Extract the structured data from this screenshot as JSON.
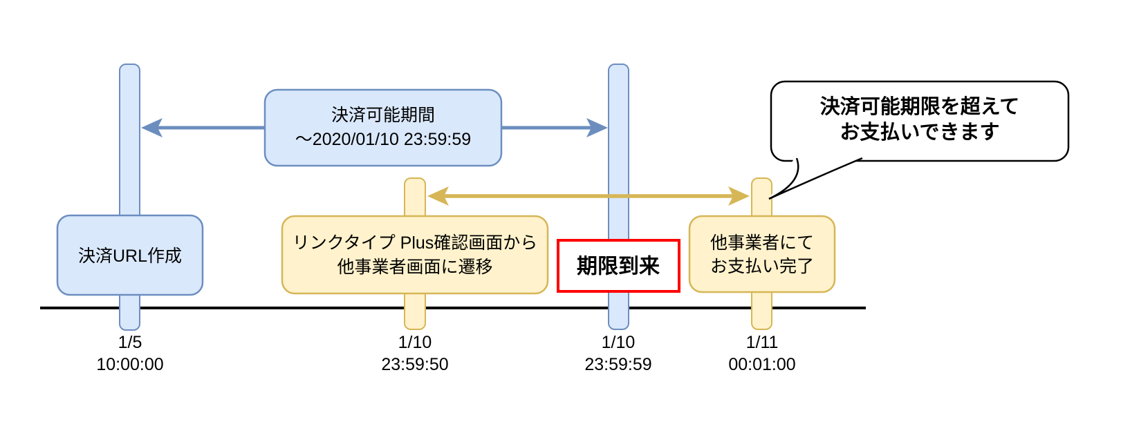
{
  "boxes": {
    "url_created": {
      "label": "決済URL作成"
    },
    "period": {
      "line1": "決済可能期間",
      "line2": "～2020/01/10 23:59:59"
    },
    "redirect": {
      "line1": "リンクタイプ Plus確認画面から",
      "line2": "他事業者画面に遷移"
    },
    "deadline": {
      "label": "期限到来"
    },
    "paid": {
      "line1": "他事業者にて",
      "line2": "お支払い完了"
    },
    "callout": {
      "line1": "決済可能期限を超えて",
      "line2": "お支払いできます"
    }
  },
  "axis": {
    "ticks": [
      {
        "date": "1/5",
        "time": "10:00:00"
      },
      {
        "date": "1/10",
        "time": "23:59:50"
      },
      {
        "date": "1/10",
        "time": "23:59:59"
      },
      {
        "date": "1/11",
        "time": "00:01:00"
      }
    ]
  },
  "colors": {
    "blue_fill": "#dae8fc",
    "blue_stroke": "#6c8ebf",
    "yellow_fill": "#fff2cc",
    "yellow_stroke": "#d6b656",
    "red": "#ff0000",
    "black": "#000000",
    "white": "#ffffff"
  }
}
